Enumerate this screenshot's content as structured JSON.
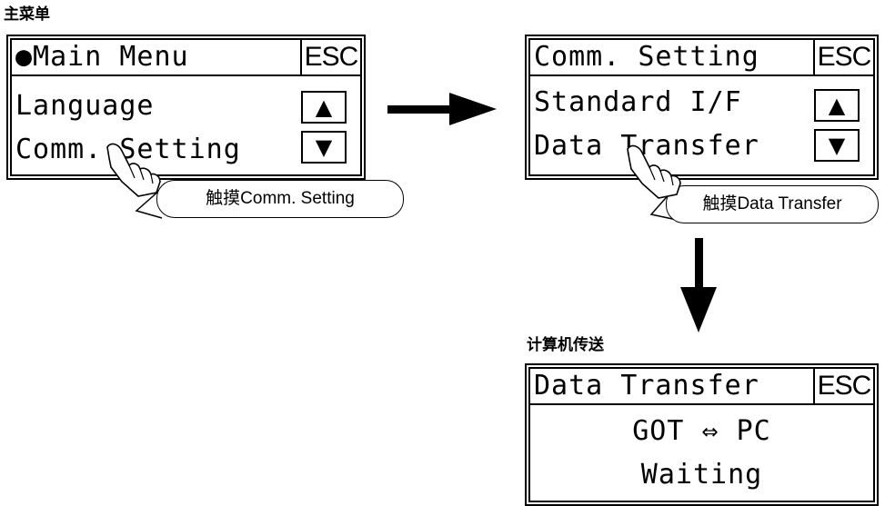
{
  "captions": {
    "main_menu": "主菜单",
    "pc_transfer": "计算机传送"
  },
  "screen1": {
    "title": "●Main Menu",
    "esc": "ESC",
    "item1": "Language",
    "item2": "Comm. Setting",
    "up": "▲",
    "down": "▼"
  },
  "screen2": {
    "title": "Comm. Setting",
    "esc": "ESC",
    "item1": "Standard I/F",
    "item2": "Data Transfer",
    "up": "▲",
    "down": "▼"
  },
  "screen3": {
    "title": "Data Transfer",
    "esc": "ESC",
    "line1": "GOT ⇔ PC",
    "line2": "Waiting"
  },
  "bubbles": {
    "touch_comm": "触摸Comm. Setting",
    "touch_data": "触摸Data Transfer"
  }
}
